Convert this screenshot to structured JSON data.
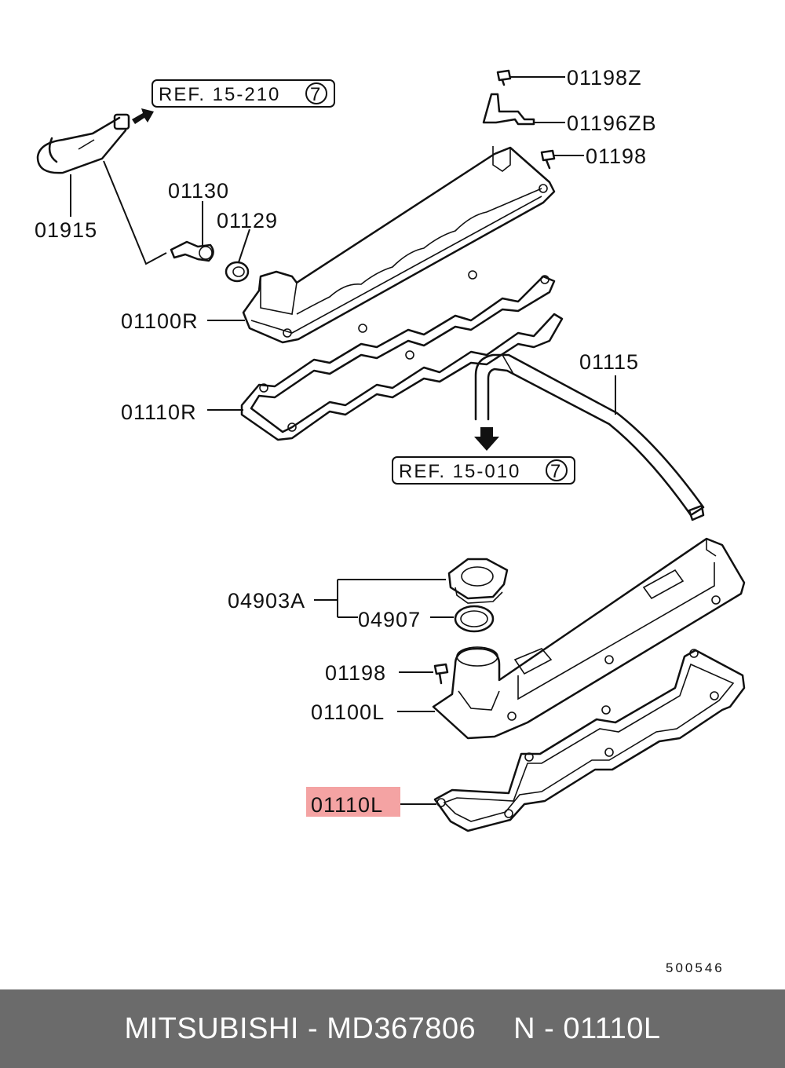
{
  "diagram": {
    "references": [
      {
        "text": "REF. 15-210",
        "circle": "7"
      },
      {
        "text": "REF. 15-010",
        "circle": "7"
      }
    ],
    "labels": {
      "p01198z": "01198Z",
      "p01196zb": "01196ZB",
      "p01198_top": "01198",
      "p01130": "01130",
      "p01129": "01129",
      "p01915": "01915",
      "p01100r": "01100R",
      "p01110r": "01110R",
      "p01115": "01115",
      "p04903a": "04903A",
      "p04907": "04907",
      "p01198_bottom": "01198",
      "p01100l": "01100L",
      "p01110l": "01110L"
    },
    "highlight_color": "#f4a3a3",
    "figure_code": "500546"
  },
  "footer": {
    "brand": "MITSUBISHI",
    "separator": "-",
    "part_number": "MD367806",
    "ref_prefix": "N",
    "ref_separator": "-",
    "ref_code": "01110L"
  }
}
